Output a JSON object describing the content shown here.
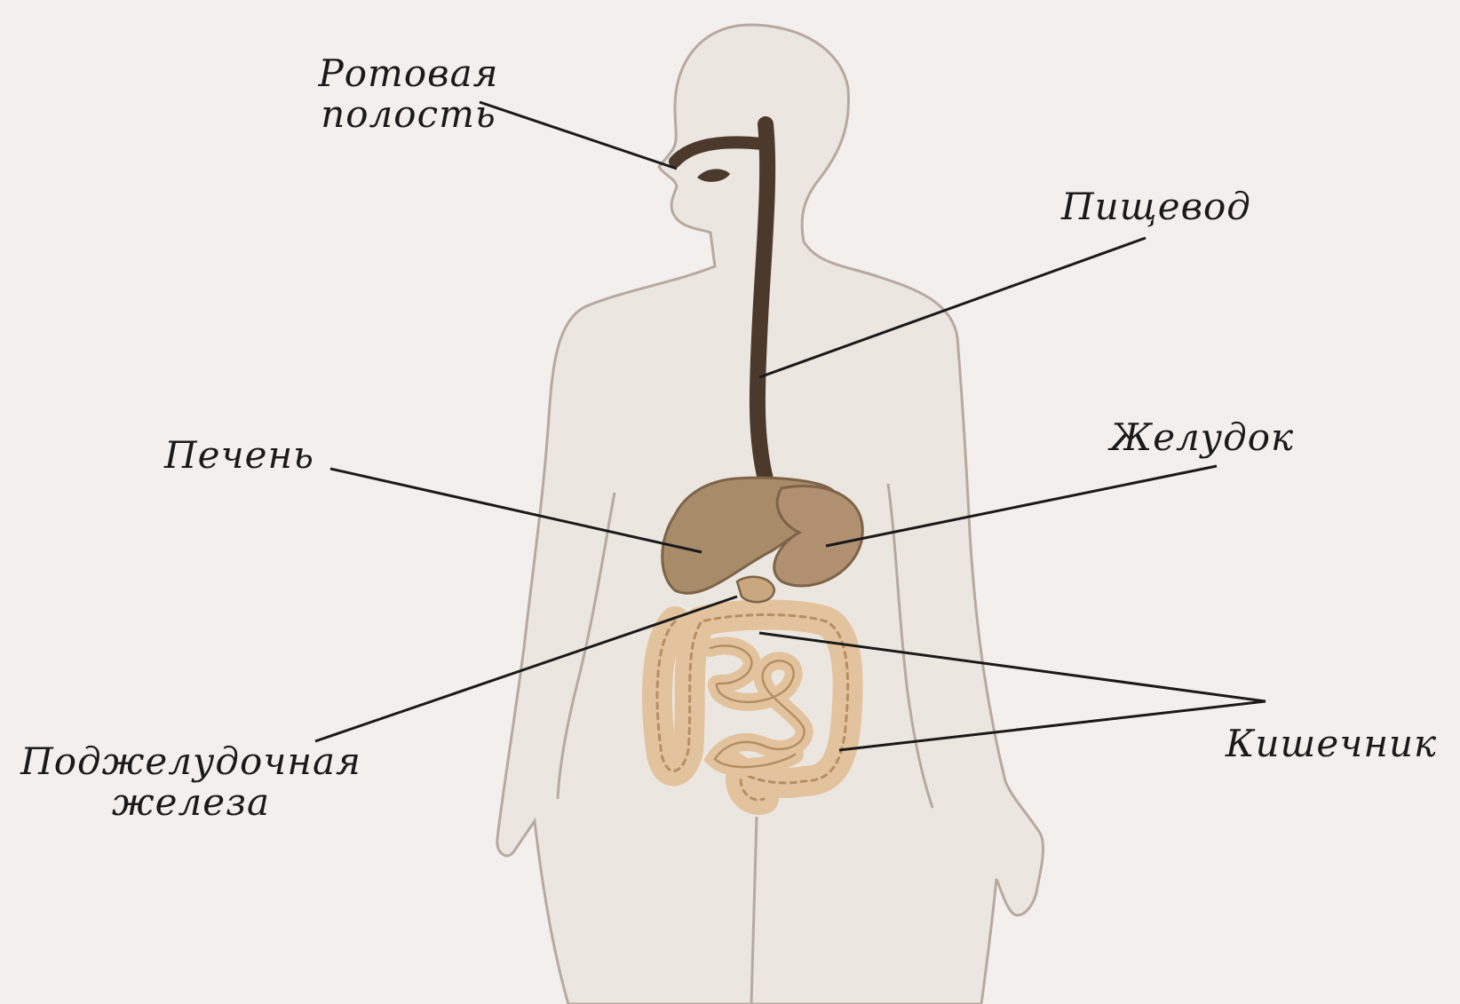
{
  "labels": {
    "oral_cavity": {
      "line1": "Ротовая",
      "line2": "полость"
    },
    "esophagus": "Пищевод",
    "liver": "Печень",
    "stomach": "Желудок",
    "pancreas": {
      "line1": "Поджелудочная",
      "line2": "железа"
    },
    "intestine": "Кишечник"
  },
  "colors": {
    "background": "#f3efec",
    "body_fill": "#ece6e1",
    "body_outline": "#b8a9a0",
    "esophagus": "#4b3a2b",
    "liver": "#a88c6a",
    "stomach": "#b09070",
    "intestine": "#e3c39d",
    "intestine_outline": "#b58f63",
    "leader_line": "#1a1a1a"
  }
}
